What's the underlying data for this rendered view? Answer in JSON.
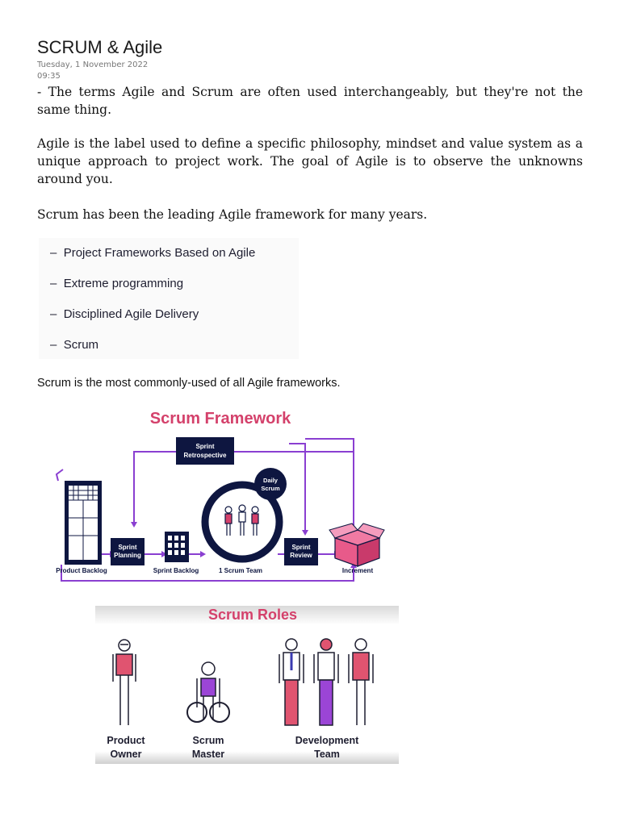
{
  "page": {
    "title": "SCRUM & Agile",
    "date": "Tuesday, 1 November 2022",
    "time": "09:35"
  },
  "paragraphs": [
    "- The terms Agile and Scrum are often used interchangeably, but they're not the same thing.",
    "Agile is the label used to define a specific philosophy, mindset and value system as a unique approach to project work. The goal of Agile is to observe the unknowns around you.",
    "Scrum has been the leading Agile framework for many years."
  ],
  "frameworks_list": [
    "Project Frameworks Based on Agile",
    "Extreme programming",
    "Disciplined Agile Delivery",
    "Scrum"
  ],
  "bullet_symbol": "–",
  "caption": "Scrum is the most commonly-used of all Agile frameworks.",
  "scrum_framework": {
    "title": "Scrum Framework",
    "sprint_retrospective": [
      "Sprint",
      "Retrospective"
    ],
    "daily_scrum": [
      "Daily",
      "Scrum"
    ],
    "sprint_planning": [
      "Sprint",
      "Planning"
    ],
    "sprint_review": [
      "Sprint",
      "Review"
    ],
    "labels": {
      "product_backlog": "Product Backlog",
      "sprint_backlog": "Sprint Backlog",
      "scrum_team": "1 Scrum Team",
      "increment": "Increment"
    },
    "colors": {
      "purple": "#8a3fd1",
      "navy": "#0e1640",
      "pink": "#d4416b"
    }
  },
  "scrum_roles": {
    "title": "Scrum Roles",
    "product_owner": [
      "Product",
      "Owner"
    ],
    "scrum_master": [
      "Scrum",
      "Master"
    ],
    "development_team": [
      "Development",
      "Team"
    ]
  }
}
